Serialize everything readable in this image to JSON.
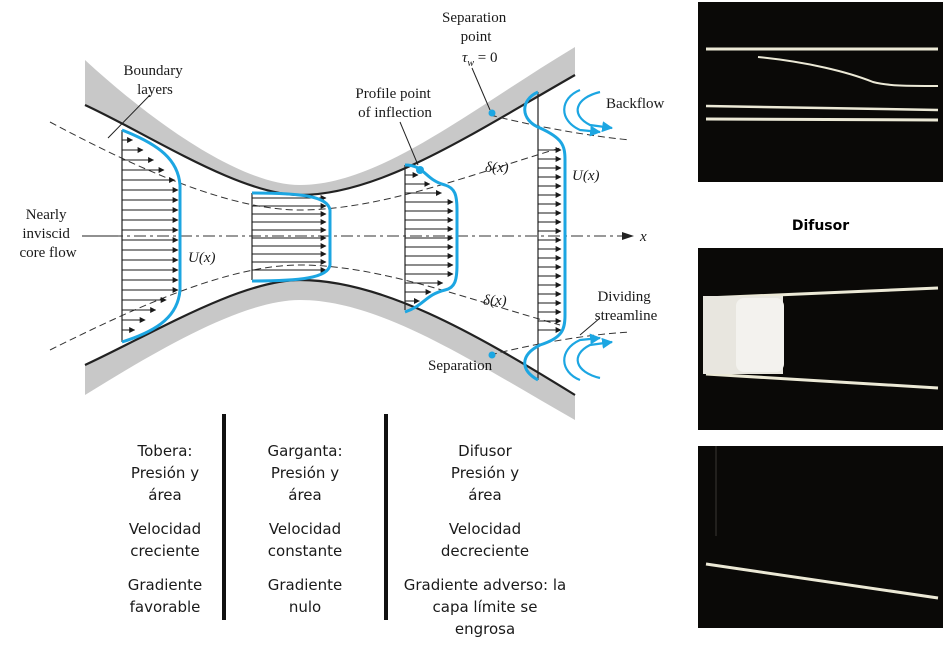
{
  "diagram": {
    "labels": {
      "boundary_layers": [
        "Boundary",
        "layers"
      ],
      "separation_point": [
        "Separation",
        "point"
      ],
      "tau_symbol": "τ",
      "tau_sub": "w",
      "tau_eq": " = 0",
      "inflection": [
        "Profile point",
        "of inflection"
      ],
      "backflow": "Backflow",
      "delta_top": "δ(x)",
      "delta_bottom": "δ(x)",
      "u_right": "U(x)",
      "u_left": "U(x)",
      "core_flow": [
        "Nearly",
        "inviscid",
        "core flow"
      ],
      "x_axis": "x",
      "dividing": [
        "Dividing",
        "streamline"
      ],
      "separation": "Separation"
    },
    "colors": {
      "profile": "#1ca6e2",
      "arrow": "#1a1a1a",
      "wall": "#c8c8c8",
      "photo_bg": "#0a0907",
      "photo_line": "#ece9d6"
    }
  },
  "columns": [
    {
      "head": [
        "Tobera:",
        "Presión y",
        "área"
      ],
      "velocity": [
        "Velocidad",
        "creciente"
      ],
      "gradient": [
        "Gradiente",
        "favorable"
      ]
    },
    {
      "head": [
        "Garganta:",
        "Presión y",
        "área"
      ],
      "velocity": [
        "Velocidad",
        "constante"
      ],
      "gradient": [
        "Gradiente",
        "nulo"
      ]
    },
    {
      "head": [
        "Difusor",
        "Presión y",
        "área"
      ],
      "velocity": [
        "Velocidad",
        "decreciente"
      ],
      "gradient": [
        "Gradiente adverso: la",
        "capa límite se",
        "engrosa"
      ]
    }
  ],
  "photos": {
    "middle_label": "Difusor"
  }
}
